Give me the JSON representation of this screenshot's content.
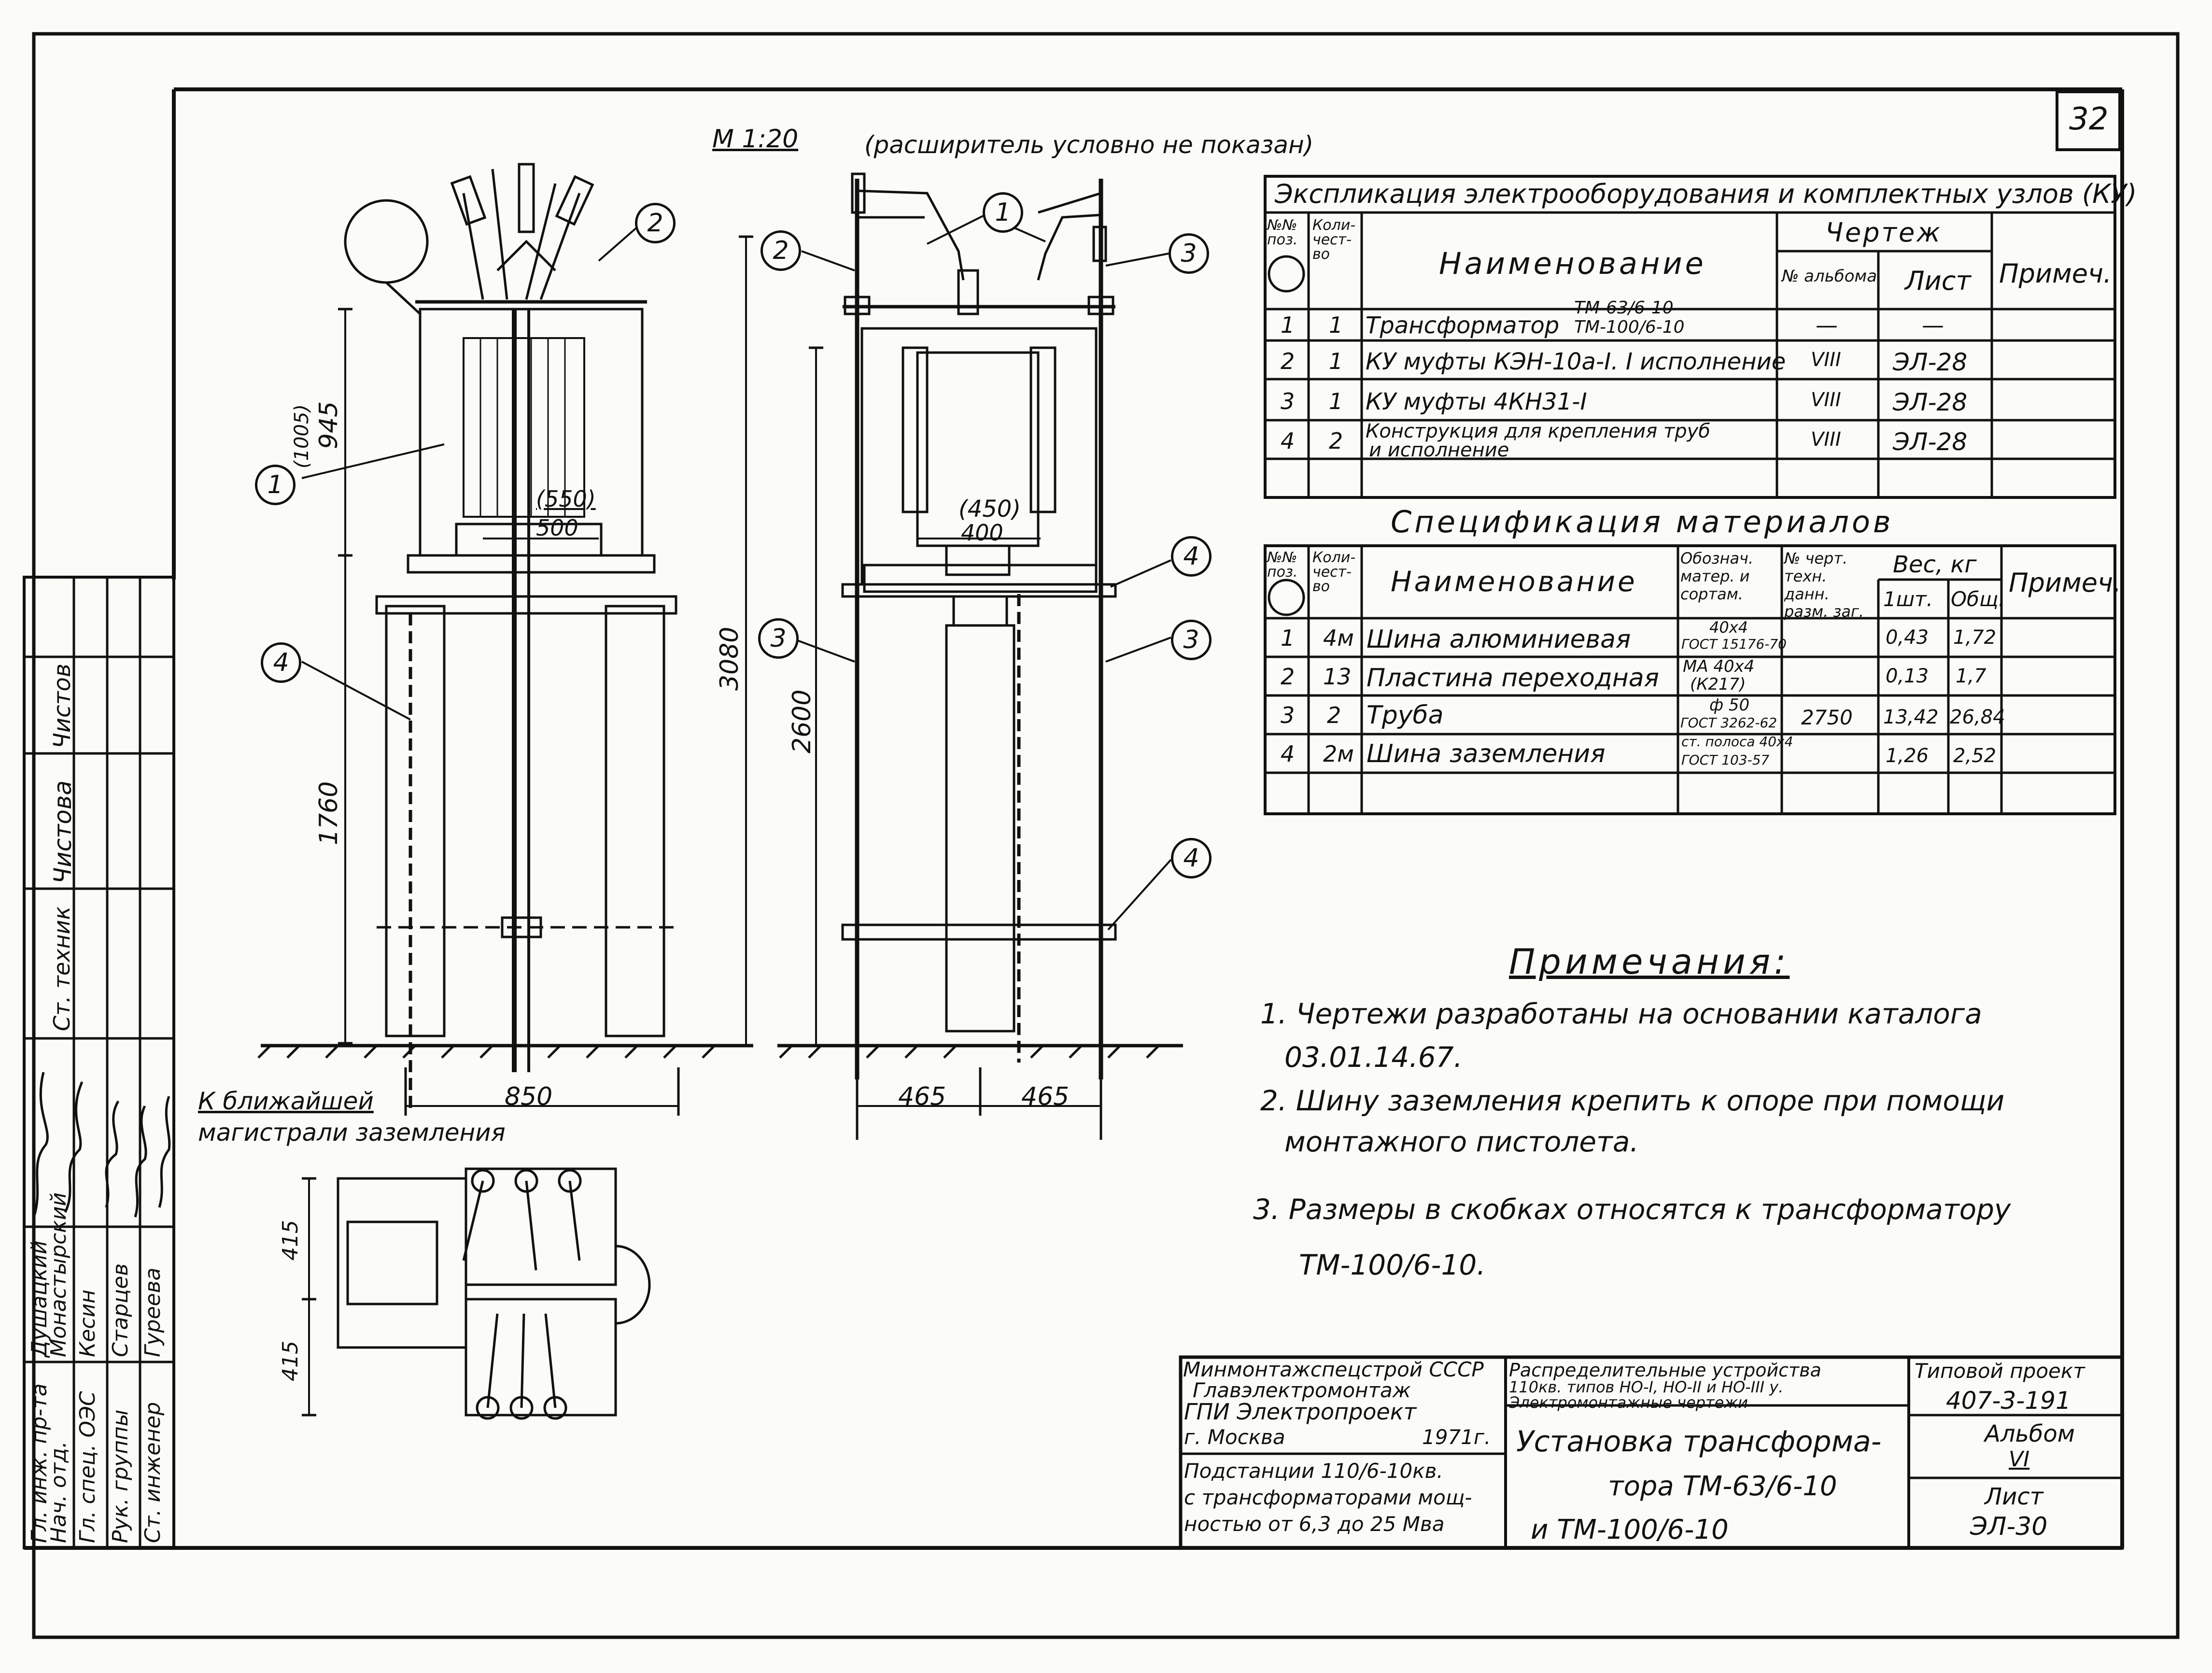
{
  "sheet_number": "32",
  "scale_label": "М 1:20",
  "expander_note": "(расширитель условно не показан)",
  "callouts": [
    "1",
    "2",
    "3",
    "4"
  ],
  "dims": {
    "d_945": "945",
    "d_1005": "(1005)",
    "d_550": "(550)",
    "d_500": "500",
    "d_450": "(450)",
    "d_400": "400",
    "d_1760": "1760",
    "d_3080": "3080",
    "d_2600": "2600",
    "d_850": "850",
    "d_465a": "465",
    "d_465b": "465",
    "d_415a": "415",
    "d_415b": "415"
  },
  "ground_note_line1": "К ближайшей",
  "ground_note_line2": "магистрали заземления",
  "explication": {
    "title": "Экспликация электрооборудования и комплектных узлов (КУ)",
    "hdr_pos": "№№ поз.",
    "hdr_qty": "Коли- чест- во",
    "hdr_name": "Наименование",
    "hdr_drawing": "Чертеж",
    "hdr_album": "№ альбома",
    "hdr_sheet": "Лист",
    "hdr_note": "Примеч.",
    "rows": [
      {
        "pos": "1",
        "qty": "1",
        "name": "Трансформатор",
        "name2a": "ТМ-63/6-10",
        "name2b": "ТМ-100/6-10",
        "album": "—",
        "sheet": "—"
      },
      {
        "pos": "2",
        "qty": "1",
        "name": "КУ муфты КЭН-10а-I. I исполнение",
        "name2a": "",
        "name2b": "",
        "album": "VIII",
        "sheet": "ЭЛ-28"
      },
      {
        "pos": "3",
        "qty": "1",
        "name": "КУ муфты 4КН31-I",
        "name2a": "",
        "name2b": "",
        "album": "VIII",
        "sheet": "ЭЛ-28"
      },
      {
        "pos": "4",
        "qty": "2",
        "name": "Конструкция для крепления труб",
        "name2a": "и исполнение",
        "name2b": "",
        "album": "VIII",
        "sheet": "ЭЛ-28"
      }
    ]
  },
  "spec": {
    "title": "Спецификация материалов",
    "hdr_pos": "№№ поз.",
    "hdr_qty": "Коли- чест- во",
    "hdr_name": "Наименование",
    "hdr_desig": "Обознач. матер. и сортам.",
    "hdr_tech": "№ черт. техн. данн. разм. заг.",
    "hdr_weight": "Вес, кг",
    "hdr_w1": "1шт.",
    "hdr_wt": "Общ.",
    "hdr_note": "Примеч.",
    "rows": [
      {
        "pos": "1",
        "qty": "4м",
        "name": "Шина алюминиевая",
        "desig1": "40х4",
        "desig2": "ГОСТ 15176-70",
        "tech": "",
        "w1": "0,43",
        "wt": "1,72"
      },
      {
        "pos": "2",
        "qty": "13",
        "name": "Пластина переходная",
        "desig1": "МА 40х4",
        "desig2": "(К217)",
        "tech": "",
        "w1": "0,13",
        "wt": "1,7"
      },
      {
        "pos": "3",
        "qty": "2",
        "name": "Труба",
        "desig1": "ф 50",
        "desig2": "ГОСТ 3262-62",
        "tech": "2750",
        "w1": "13,42",
        "wt": "26,84"
      },
      {
        "pos": "4",
        "qty": "2м",
        "name": "Шина заземления",
        "desig1": "ст. полоса 40х4",
        "desig2": "ГОСТ 103-57",
        "tech": "",
        "w1": "1,26",
        "wt": "2,52"
      }
    ]
  },
  "notes": {
    "title": "Примечания:",
    "n1a": "1. Чертежи разработаны на основании каталога",
    "n1b": "03.01.14.67.",
    "n2a": "2. Шину заземления крепить к опоре при помощи",
    "n2b": "монтажного пистолета.",
    "n3a": "3. Размеры в скобках относятся к трансформатору",
    "n3b": "ТМ-100/6-10."
  },
  "title_block": {
    "org1": "Минмонтажспецстрой СССР",
    "org2": "Главэлектромонтаж",
    "org3": "ГПИ Электропроект",
    "city": "г. Москва",
    "year": "1971г.",
    "sub1": "Подстанции 110/6-10кв.",
    "sub2": "с трансформаторами мощ-",
    "sub3": "ностью от 6,3 до 25 Мва",
    "proj1": "Распределительные устройства",
    "proj2": "110кв. типов НО-I, НО-II и НО-III у.",
    "proj3": "Электромонтажные чертежи",
    "main1": "Установка трансформа-",
    "main2": "тора ТМ-63/6-10",
    "main3": "и ТМ-100/6-10",
    "typ": "Типовой проект",
    "typ_num": "407-3-191",
    "album_label": "Альбом",
    "album_num": "VI",
    "sheet_label": "Лист",
    "sheet_num": "ЭЛ-30"
  },
  "stamp": {
    "roles": [
      "Гл. инж. пр-та",
      "Нач. отд.",
      "Гл. спец. ОЭС",
      "Рук. группы",
      "Ст. инженер",
      "Ст. техник",
      "Чистова",
      "Чистов"
    ],
    "names": [
      "Душацкий",
      "Монастырский",
      "Кесин",
      "Старцев",
      "Гуреева"
    ],
    "signatures": [
      "подпись",
      "подпись",
      "подпись",
      "подпись",
      "подпись"
    ]
  }
}
